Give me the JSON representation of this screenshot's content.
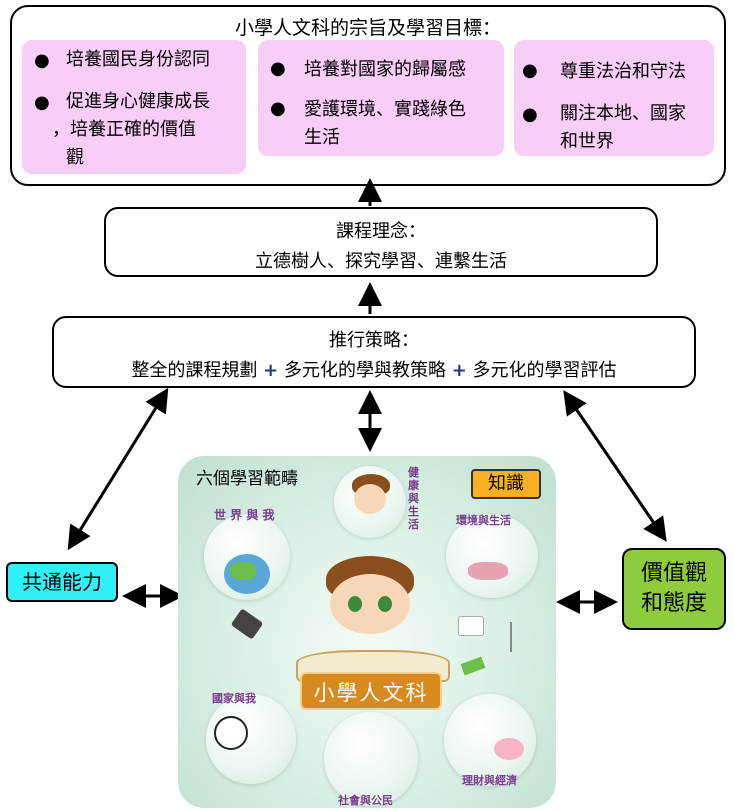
{
  "top": {
    "title": "小學人文科的宗旨及學習目標：",
    "col1": [
      "培養國民身份認同",
      "促進身心健康成長，培養正確的價值觀"
    ],
    "col1_lines": [
      [
        "培養國民身份認同"
      ],
      [
        "促進身心健康成長",
        "，培養正確的價值",
        "觀"
      ]
    ],
    "col2": [
      "培養對國家的歸屬感",
      "愛護環境、實踐綠色生活"
    ],
    "col2_lines": [
      [
        "培養對國家的歸屬感"
      ],
      [
        "愛護環境、實踐綠色",
        "生活"
      ]
    ],
    "col3": [
      "尊重法治和守法",
      "關注本地、國家和世界"
    ],
    "col3_lines": [
      [
        "尊重法治和守法"
      ],
      [
        "關注本地、國家",
        "和世界"
      ]
    ]
  },
  "curriculum": {
    "title": "課程理念：",
    "body": "立德樹人、探究學習、連繫生活"
  },
  "strategy": {
    "title": "推行策略：",
    "parts": [
      "整全的課程規劃",
      "+",
      "多元化的學與教策略",
      "+",
      "多元化的學習評估"
    ]
  },
  "side": {
    "left": "共通能力",
    "right_lines": [
      "價值觀",
      "和態度"
    ]
  },
  "panel": {
    "title": "六個學習範疇",
    "knowledge": "知識",
    "center_banner": "小學人文科",
    "strands": [
      "健康與生活",
      "世界與我",
      "環境與生活",
      "國家與我",
      "社會與公民",
      "理財與經濟"
    ]
  },
  "colors": {
    "pink": "#f8cdf8",
    "cyan": "#33f0f8",
    "green": "#8dcc3c",
    "orange": "#f9b026",
    "plus": "#1a3a8a"
  }
}
